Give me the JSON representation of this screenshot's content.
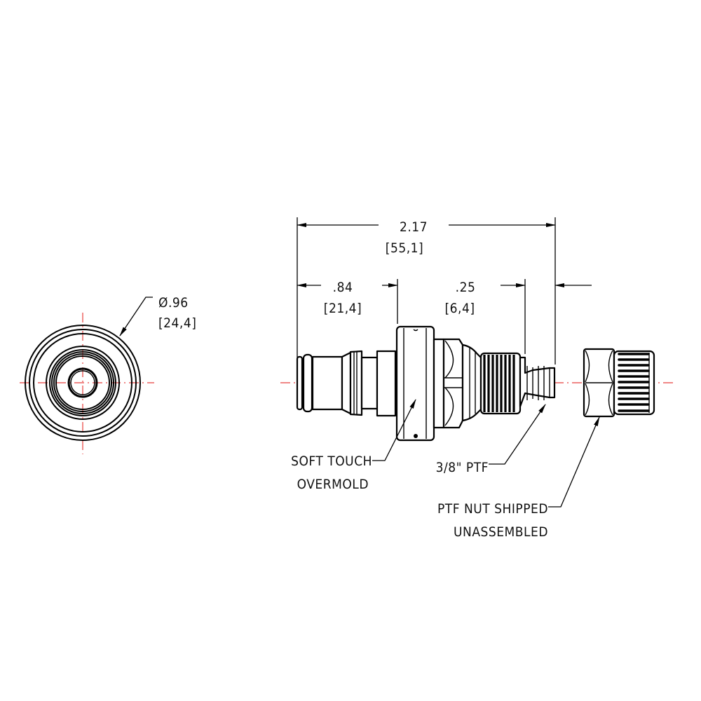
{
  "drawing": {
    "end_view": {
      "diameter_label": "Ø.96",
      "diameter_metric": "[24,4]"
    },
    "dimensions": {
      "overall_length": "2.17",
      "overall_length_metric": "[55,1]",
      "body_length": ".84",
      "body_length_metric": "[21,4]",
      "barb_length": ".25",
      "barb_length_metric": "[6,4]"
    },
    "callouts": {
      "overmold_line1": "SOFT TOUCH",
      "overmold_line2": "OVERMOLD",
      "thread": "3/8\" PTF",
      "nut_line1": "PTF NUT SHIPPED",
      "nut_line2": "UNASSEMBLED"
    },
    "colors": {
      "line": "#000000",
      "centerline": "#e8413d",
      "background": "#ffffff"
    }
  }
}
